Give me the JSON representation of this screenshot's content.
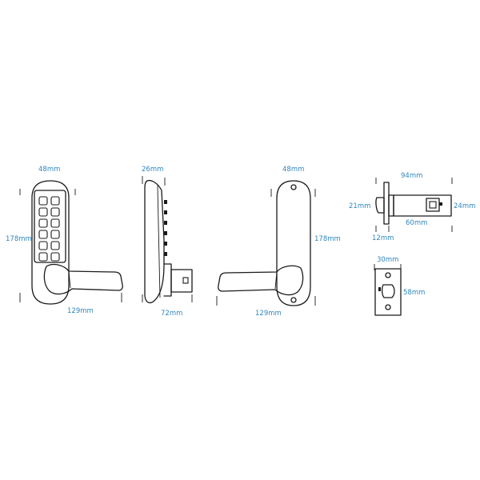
{
  "colors": {
    "dimension_text": "#2e86c1",
    "line": "#1a1a1a",
    "background": "#ffffff"
  },
  "front_view": {
    "width_label": "48mm",
    "height_label": "178mm",
    "lever_label": "129mm"
  },
  "side_view": {
    "depth_label": "26mm",
    "projection_label": "72mm"
  },
  "rear_view": {
    "width_label": "48mm",
    "height_label": "178mm",
    "lever_label": "129mm"
  },
  "latch_view": {
    "length_label": "94mm",
    "left_height_label": "21mm",
    "right_height_label": "24mm",
    "backset_label": "60mm",
    "thickness_label": "12mm"
  },
  "strike_plate": {
    "width_label": "30mm",
    "height_label": "58mm"
  }
}
